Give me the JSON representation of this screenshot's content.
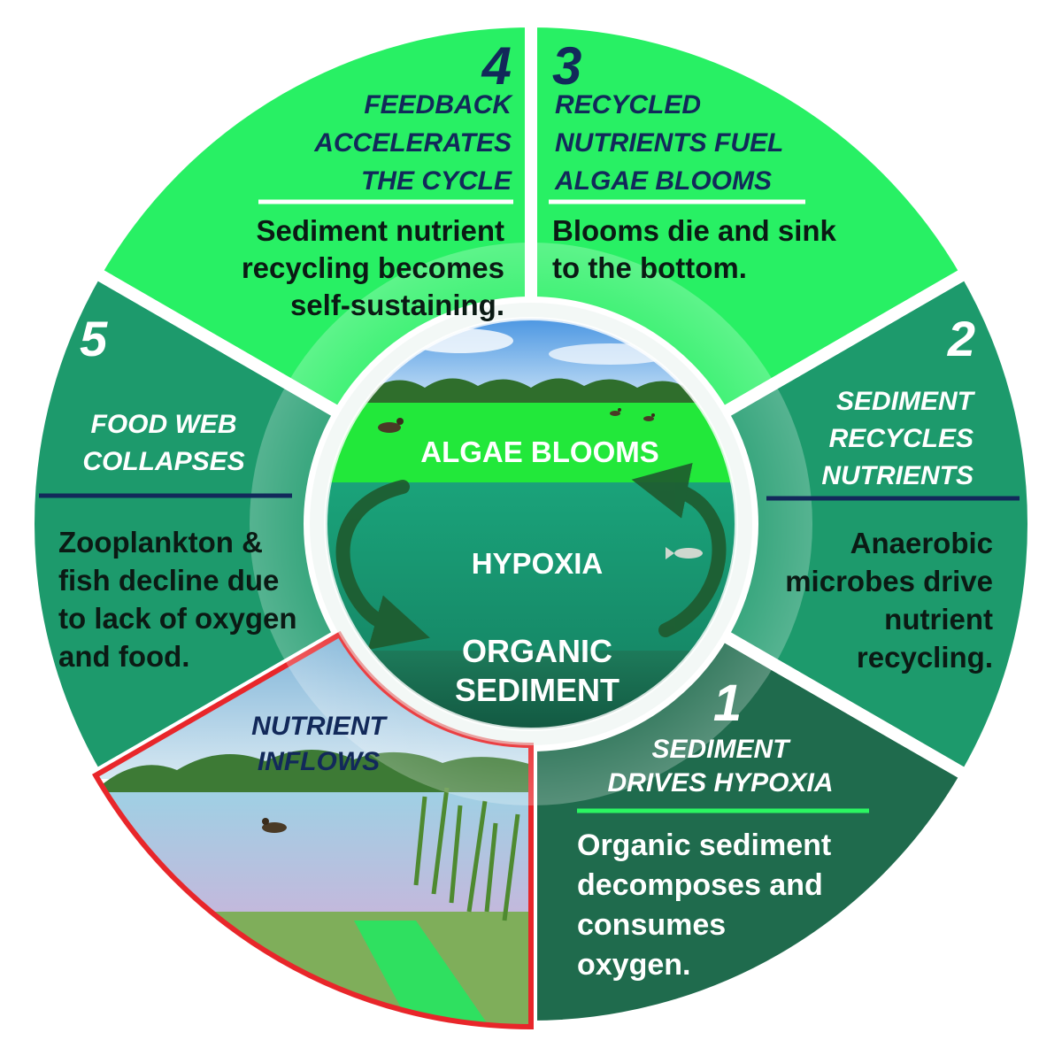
{
  "diagram": {
    "segments": [
      {
        "id": "s1",
        "number": "1",
        "heading": [
          "SEDIMENT",
          "DRIVES HYPOXIA"
        ],
        "body": [
          "Organic sediment",
          "decomposes and",
          "consumes",
          "oxygen."
        ],
        "fill": "#1f6b4d",
        "text_color": "#ffffff",
        "heading_color": "#ffffff",
        "rule_color": "#2bf562"
      },
      {
        "id": "s2",
        "number": "2",
        "heading": [
          "SEDIMENT",
          "RECYCLES",
          "NUTRIENTS"
        ],
        "body": [
          "Anaerobic",
          "microbes drive",
          "nutrient",
          "recycling."
        ],
        "fill": "#1d9a6c",
        "text_color": "#0b1a14",
        "heading_color": "#ffffff",
        "rule_color": "#12295a"
      },
      {
        "id": "s3",
        "number": "3",
        "heading": [
          "RECYCLED",
          "NUTRIENTS FUEL",
          "ALGAE BLOOMS"
        ],
        "body": [
          "Blooms die and sink",
          "to the bottom."
        ],
        "fill": "#28f064",
        "text_color": "#0b1a14",
        "heading_color": "#12295a",
        "rule_color": "#ffffff"
      },
      {
        "id": "s4",
        "number": "4",
        "heading": [
          "FEEDBACK",
          "ACCELERATES",
          "THE CYCLE"
        ],
        "body": [
          "Sediment nutrient",
          "recycling becomes",
          "self-sustaining."
        ],
        "fill": "#28f064",
        "text_color": "#0b1a14",
        "heading_color": "#12295a",
        "rule_color": "#ffffff"
      },
      {
        "id": "s5",
        "number": "5",
        "heading": [
          "FOOD WEB",
          "COLLAPSES"
        ],
        "body": [
          "Zooplankton &",
          "fish decline due",
          "to lack of oxygen",
          "and food."
        ],
        "fill": "#1d9a6c",
        "text_color": "#0b1a14",
        "heading_color": "#ffffff",
        "rule_color": "#12295a"
      },
      {
        "id": "inflow",
        "heading": [
          "NUTRIENT",
          "INFLOWS"
        ],
        "heading_color": "#12295a",
        "border_color": "#e8262a"
      }
    ],
    "center": {
      "top_label": "ALGAE BLOOMS",
      "middle_label": "HYPOXIA",
      "bottom_label": [
        "ORGANIC",
        "SEDIMENT"
      ]
    }
  }
}
